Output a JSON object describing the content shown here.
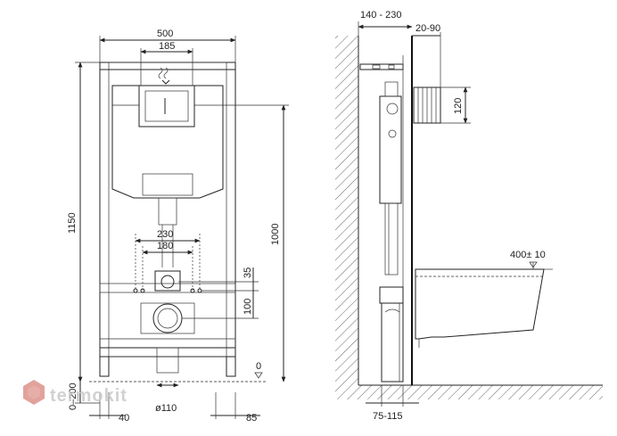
{
  "front_view": {
    "width_total": "500",
    "button_width": "185",
    "height_total": "1150",
    "height_button": "1000",
    "pipe_spacing_outer": "230",
    "pipe_spacing_inner": "180",
    "bolt_offset": "35",
    "drain_offset": "100",
    "leg_range": "0–200",
    "foot_width": "40",
    "drain_diameter": "ø110",
    "foot_depth": "85",
    "floor_level": "0"
  },
  "side_view": {
    "wall_distance": "140 - 230",
    "panel_depth": "20-90",
    "button_height": "120",
    "bowl_height": "400± 10",
    "base_depth": "75-115"
  },
  "watermark": {
    "brand": "termokit",
    "brand_color": "#c0392b",
    "text_color": "#c9c9c9"
  }
}
